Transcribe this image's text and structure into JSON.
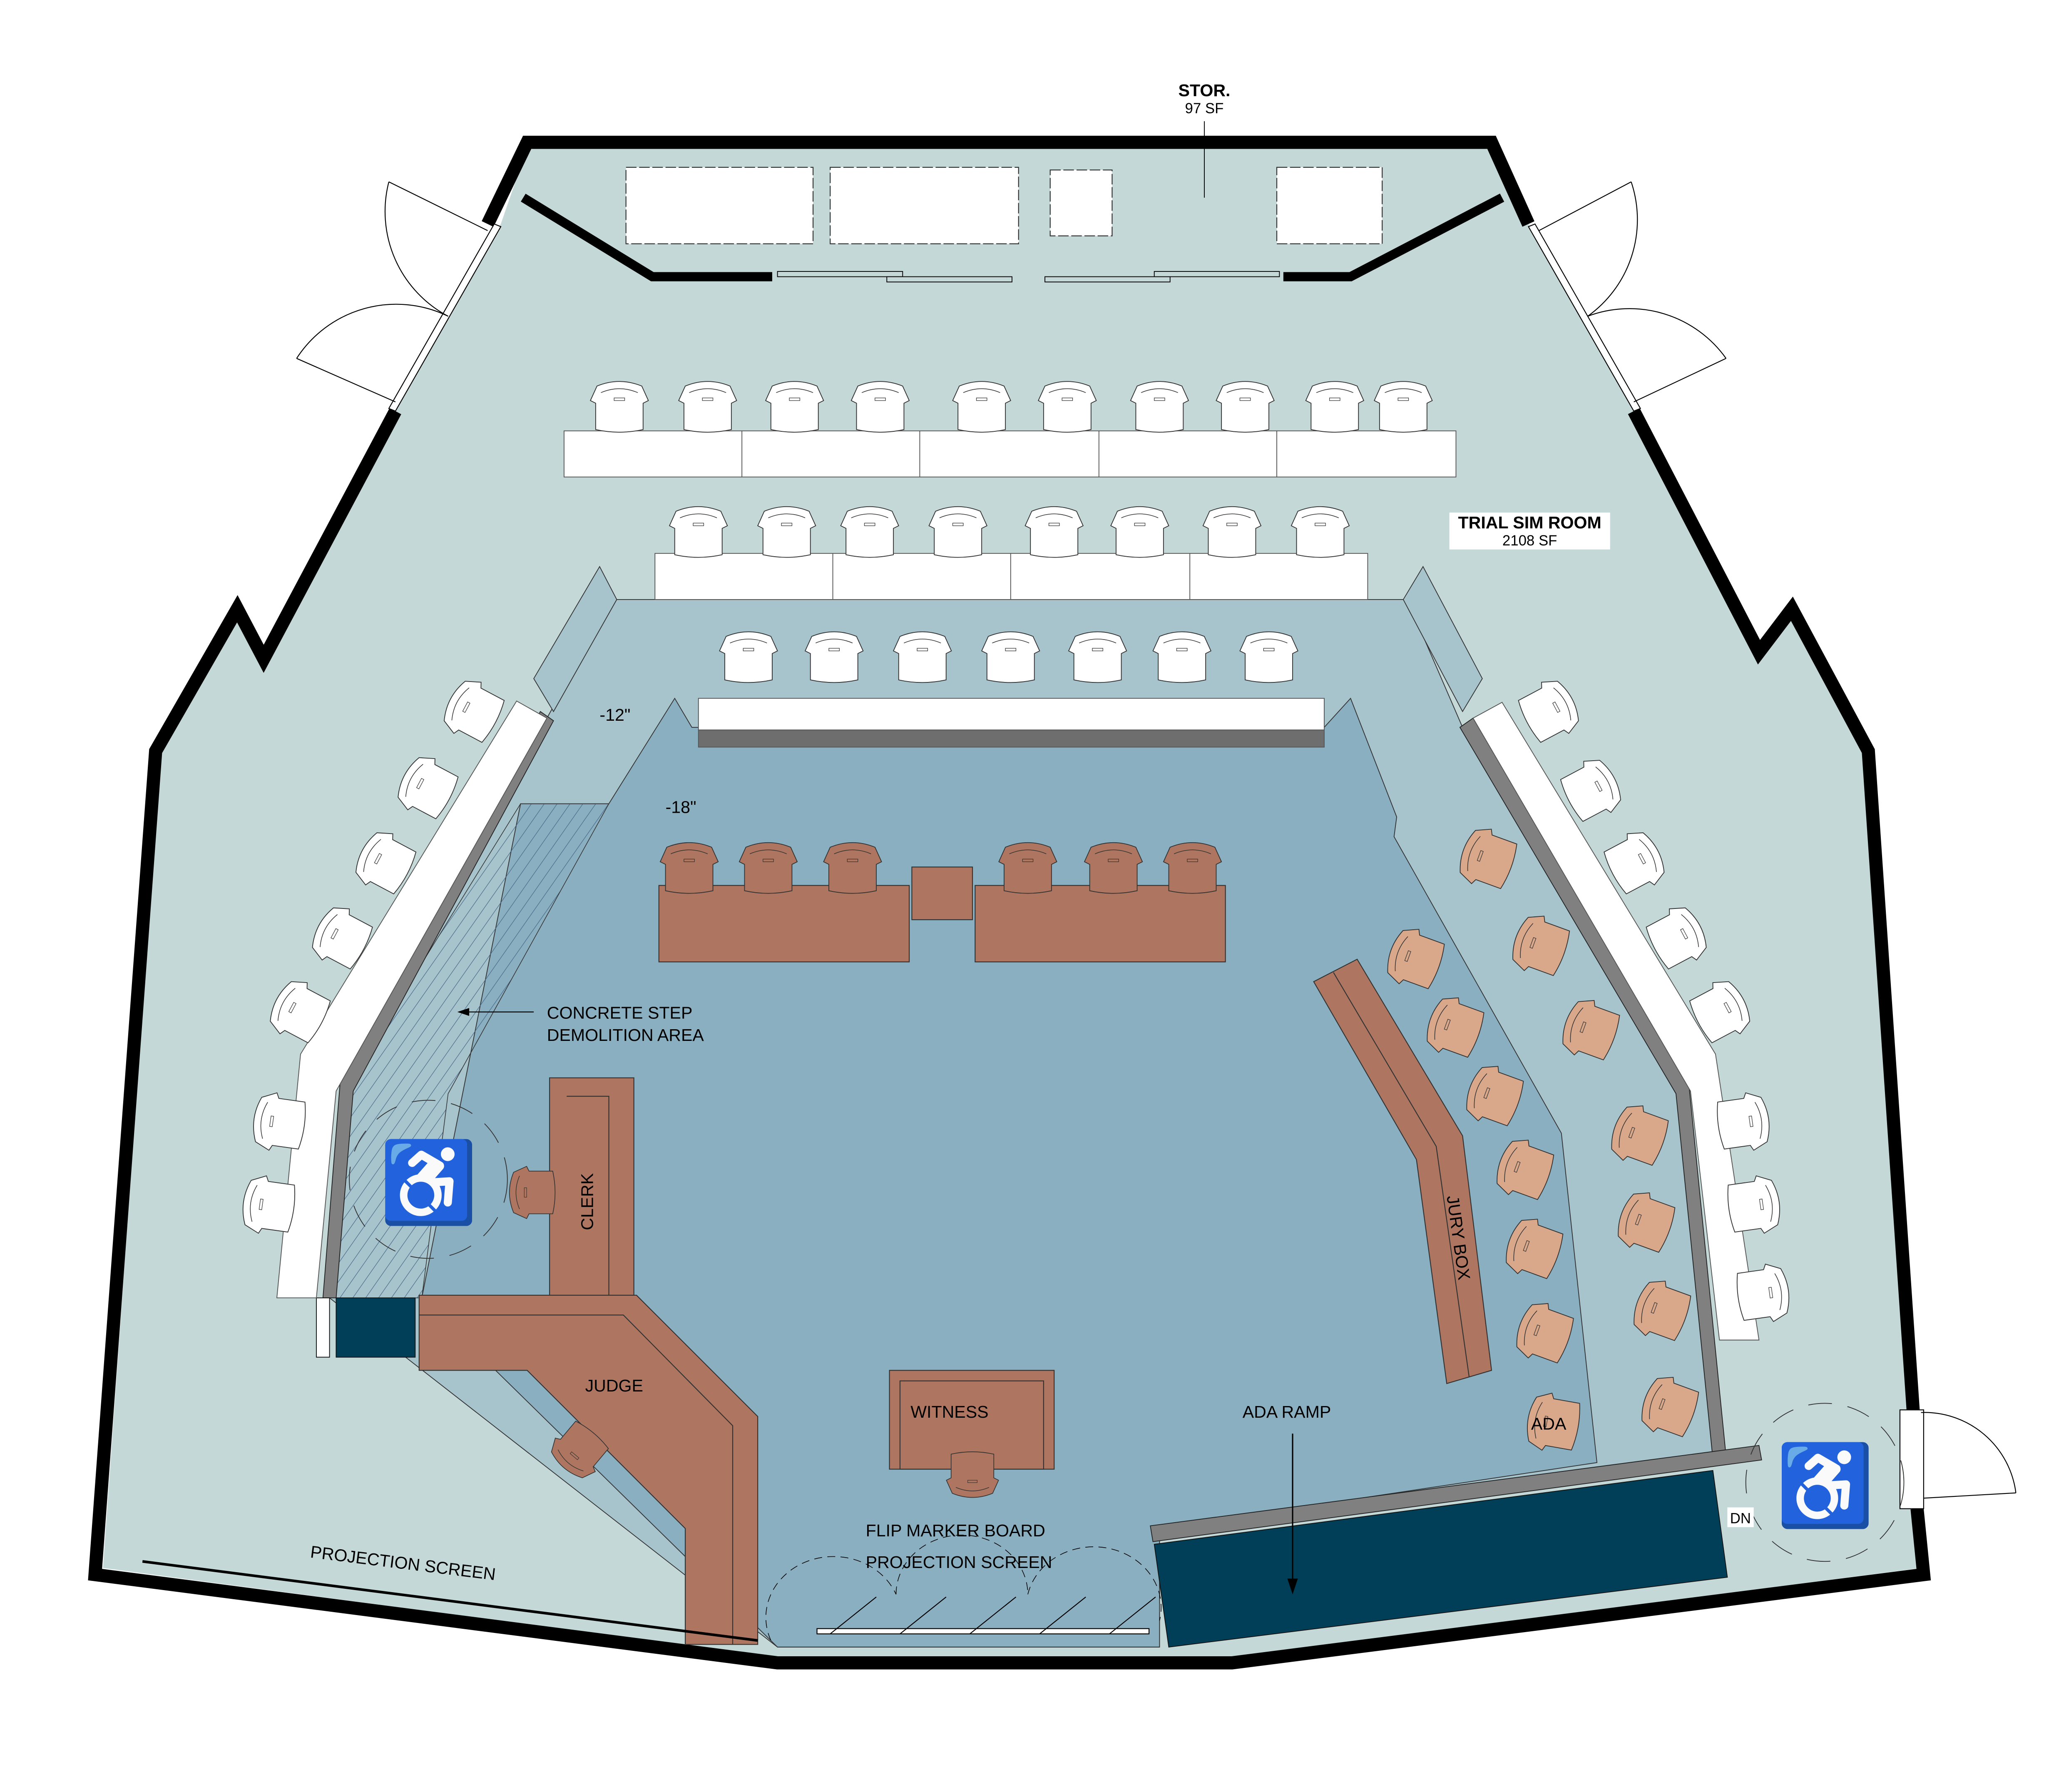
{
  "rooms": {
    "storage": {
      "name": "STOR.",
      "area": "97 SF"
    },
    "trial_sim": {
      "name": "TRIAL SIM ROOM",
      "area": "2108 SF"
    }
  },
  "levels": {
    "upper_pit": "-12\"",
    "lower_pit": "-18\""
  },
  "annotations": {
    "demolition_line1": "CONCRETE STEP",
    "demolition_line2": "DEMOLITION AREA",
    "clerk": "CLERK",
    "judge": "JUDGE",
    "jury_box": "JURY BOX",
    "witness": "WITNESS",
    "ada_seat": "ADA",
    "ada_ramp": "ADA RAMP",
    "down": "DN",
    "flip_board": "FLIP MARKER BOARD",
    "projection_center": "PROJECTION SCREEN",
    "projection_left": "PROJECTION SCREEN"
  },
  "colors": {
    "floor": "#c5d8d8",
    "pit_upper": "#a7c4cd",
    "pit_lower": "#8aafc0",
    "wood": "#ae7660",
    "jury_chair": "#d9a78a",
    "ramp": "#003f57",
    "wall": "#000000",
    "rail": "#808080"
  }
}
